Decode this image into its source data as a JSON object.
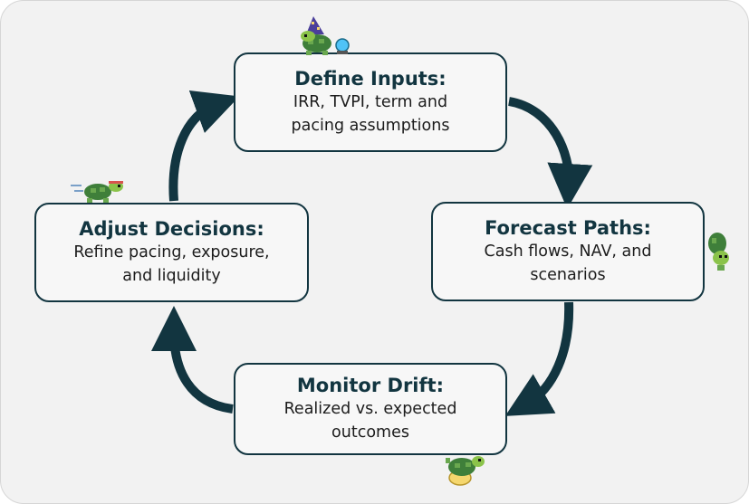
{
  "nodes": [
    {
      "title": "Define Inputs:",
      "desc": "IRR, TVPI, term and\npacing assumptions"
    },
    {
      "title": "Forecast Paths:",
      "desc": "Cash flows, NAV, and\nscenarios"
    },
    {
      "title": "Monitor Drift:",
      "desc": "Realized vs. expected\noutcomes"
    },
    {
      "title": "Adjust Decisions:",
      "desc": "Refine pacing, exposure,\nand liquidity"
    }
  ],
  "colors": {
    "accent": "#123540",
    "background": "#f2f2f2",
    "turtle_green": "#6aa84f"
  },
  "icons": [
    "wizard-turtle-icon",
    "running-turtle-icon",
    "peeking-turtle-icon",
    "flipped-turtle-icon"
  ]
}
